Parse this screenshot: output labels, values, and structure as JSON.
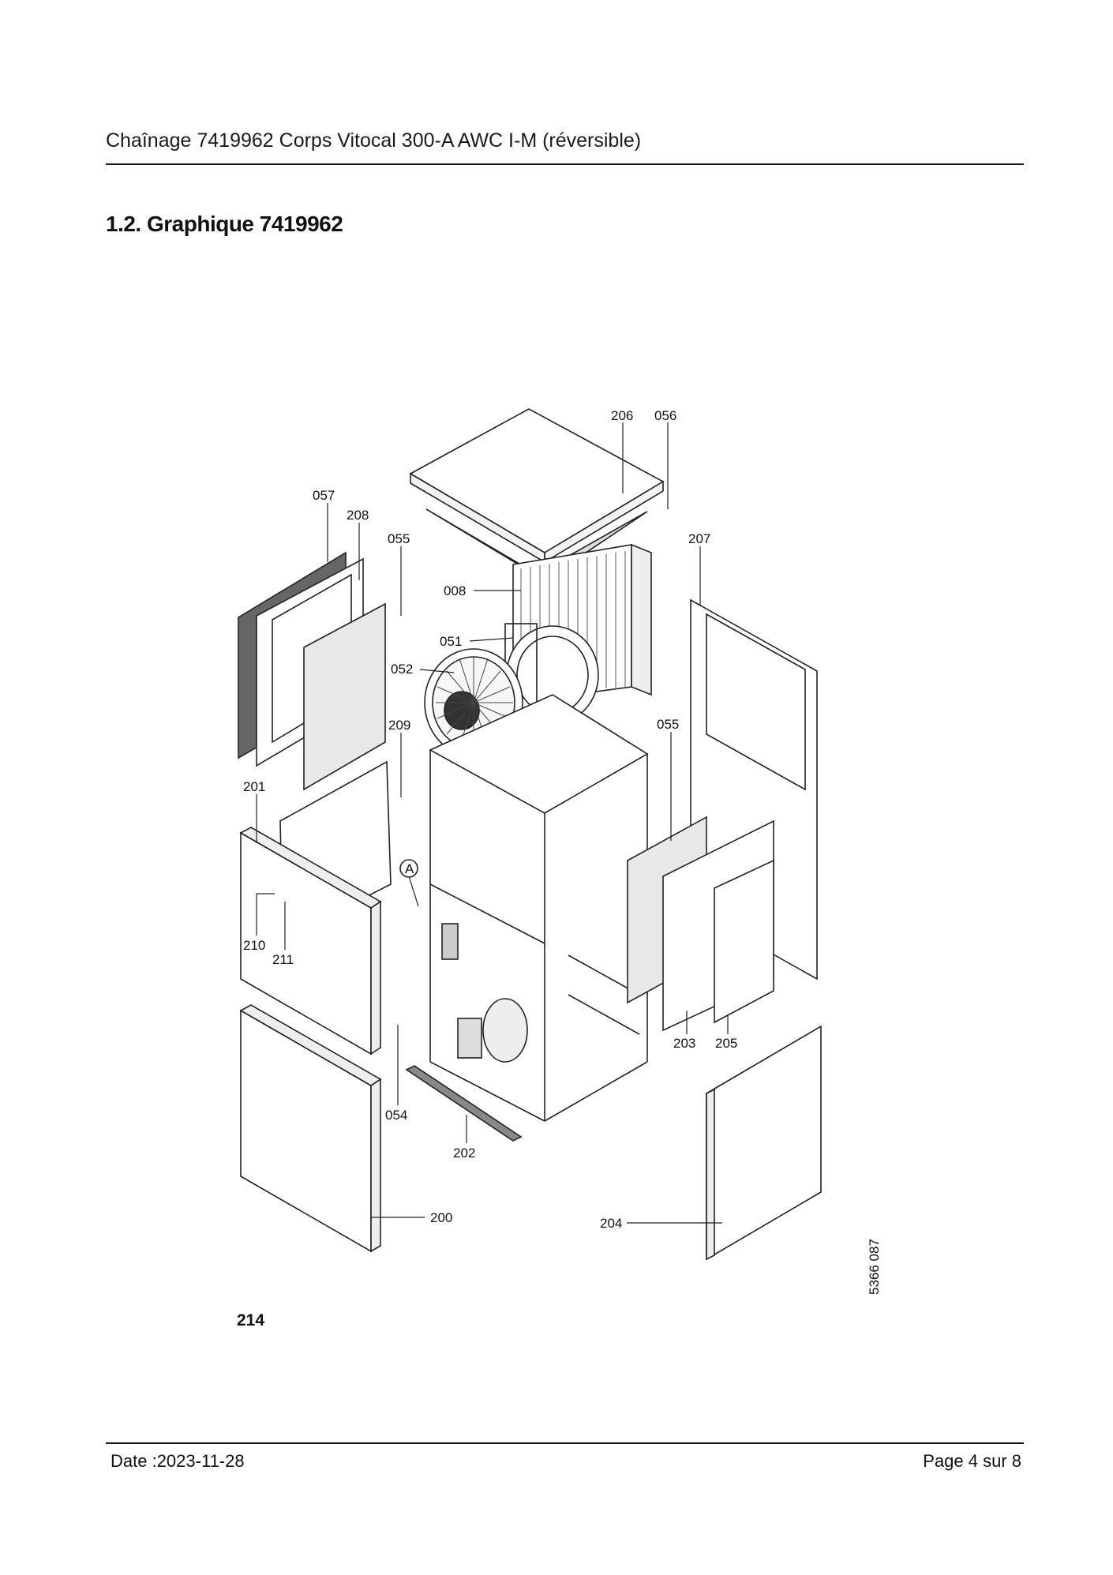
{
  "header": {
    "title": "Chaînage 7419962 Corps Vitocal 300-A AWC I-M (réversible)"
  },
  "section": {
    "heading": "1.2. Graphique 7419962"
  },
  "diagram": {
    "callouts": [
      "206",
      "056",
      "057",
      "208",
      "055",
      "207",
      "008",
      "051",
      "052",
      "055",
      "209",
      "201",
      "A",
      "210",
      "211",
      "203",
      "205",
      "054",
      "202",
      "200",
      "204"
    ],
    "drawing_number": "5366 087"
  },
  "figure_number": "214",
  "footer": {
    "date": "Date :2023-11-28",
    "page": "Page 4 sur  8"
  }
}
